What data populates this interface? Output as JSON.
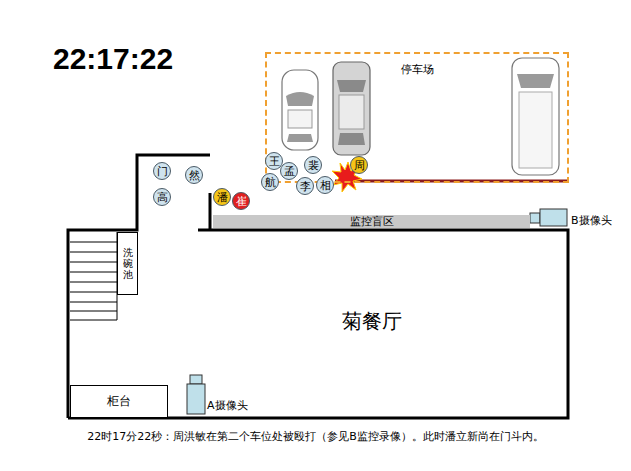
{
  "diagram": {
    "title": "22:17:22",
    "caption": "22时17分22秒：周洪敏在第二个车位处被殴打（参见B监控录像）。此时潘立新尚在门斗内。",
    "nodes": [
      {
        "text": [
          "停车场"
        ]
      },
      {
        "text": [
          "门"
        ]
      },
      {
        "text": [
          "高"
        ]
      },
      {
        "text": [
          "然"
        ]
      },
      {
        "text": [
          "潘"
        ]
      },
      {
        "text": [
          "崔"
        ]
      },
      {
        "text": [
          "王"
        ]
      },
      {
        "text": [
          "航"
        ]
      },
      {
        "text": [
          "孟"
        ]
      },
      {
        "text": [
          "裴"
        ]
      },
      {
        "text": [
          "李"
        ]
      },
      {
        "text": [
          "相"
        ]
      },
      {
        "text": [
          "周"
        ]
      },
      {
        "text": [
          "监控盲区"
        ]
      },
      {
        "text": [
          "菊餐厅"
        ]
      },
      {
        "text": [
          "洗碗池"
        ],
        "in": 14
      },
      {
        "text": [
          "柜台"
        ],
        "in": 14
      }
    ],
    "labels": [
      "B摄像头",
      "A摄像头"
    ]
  }
}
